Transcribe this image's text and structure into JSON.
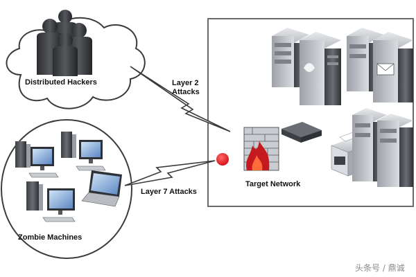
{
  "labels": {
    "hackers": "Distributed Hackers",
    "zombies": "Zombie Machines",
    "target": "Target Network",
    "layer2_line1": "Layer 2",
    "layer2_line2": "Attacks",
    "layer7": "Layer 7 Attacks"
  },
  "watermark": "头条号 / 鼎诚",
  "colors": {
    "attack_point": "#e0141a",
    "cloud_fill": "#ffffff",
    "cloud_stroke": "#3a3a3a",
    "server_dark": "#4a4d52",
    "firewall_flame": "#c4191e"
  },
  "icons": {
    "hackers": "hacker-group-icon",
    "zombies": "zombie-pc-icon",
    "servers": "server-rack-icon",
    "firewall": "firewall-icon",
    "switch": "network-switch-icon",
    "printer": "printer-icon"
  }
}
